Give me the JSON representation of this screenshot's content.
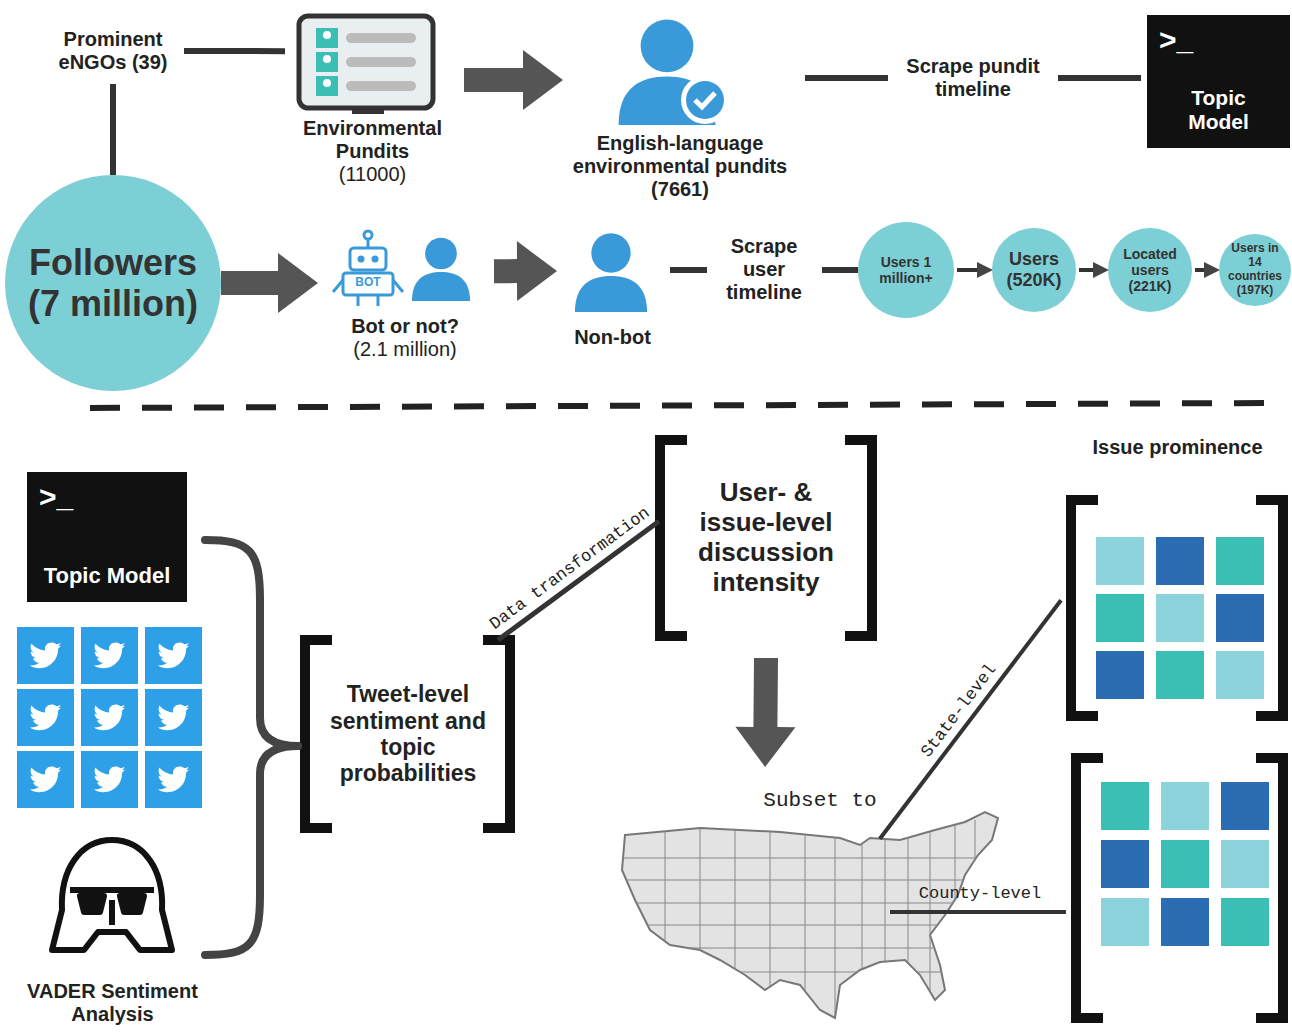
{
  "diagram": {
    "nodes": [
      {
        "text": [
          "Prominent eNGOs (39)"
        ]
      },
      {
        "text": [
          "Environmental Pundits",
          "(11000)"
        ]
      },
      {
        "text": [
          "English-language environmental pundits",
          "(7661)"
        ]
      },
      {
        "text": [
          ">_",
          "Topic Model"
        ]
      },
      {
        "text": [
          "Followers (7 million)"
        ]
      },
      {
        "text": [
          "Bot or not?",
          "(2.1 million)"
        ]
      },
      {
        "text": [
          "Non-bot"
        ]
      },
      {
        "text": [
          "Users 1 million+"
        ]
      },
      {
        "text": [
          "Users (520K)"
        ]
      },
      {
        "text": [
          "Located users (221K)"
        ]
      },
      {
        "text": [
          "Users in 14 countries (197K)"
        ]
      },
      {
        "text": [
          ">_",
          "Topic Model"
        ]
      },
      {
        "text": [
          "VADER Sentiment Analysis"
        ]
      },
      {
        "text": [
          "Tweet-level sentiment and topic probabilities"
        ]
      },
      {
        "text": [
          "User- & issue-level discussion intensity"
        ]
      },
      {
        "text": [
          "Subset to"
        ]
      },
      {
        "text": [
          "Issue prominence"
        ]
      }
    ],
    "edges": [
      {
        "from": 0,
        "to": 1,
        "arrow": "none"
      },
      {
        "from": 0,
        "to": 4,
        "arrow": "none"
      },
      {
        "from": 1,
        "to": 2,
        "arrow": "to"
      },
      {
        "from": 2,
        "to": 3,
        "arrow": "none",
        "label": "Scrape pundit timeline"
      },
      {
        "from": 4,
        "to": 5,
        "arrow": "to"
      },
      {
        "from": 5,
        "to": 6,
        "arrow": "to"
      },
      {
        "from": 6,
        "to": 7,
        "arrow": "none",
        "label": "Scrape user timeline"
      },
      {
        "from": 7,
        "to": 8,
        "arrow": "to"
      },
      {
        "from": 8,
        "to": 9,
        "arrow": "to"
      },
      {
        "from": 9,
        "to": 10,
        "arrow": "to"
      },
      {
        "from": 11,
        "to": 13,
        "arrow": "none"
      },
      {
        "from": 12,
        "to": 13,
        "arrow": "none"
      },
      {
        "from": 13,
        "to": 14,
        "arrow": "none",
        "label": "Data transformation"
      },
      {
        "from": 14,
        "to": 15,
        "arrow": "to"
      },
      {
        "from": 15,
        "to": 16,
        "arrow": "none",
        "label": "State-level"
      }
    ],
    "labels": [
      "BOT",
      "County-level"
    ]
  }
}
